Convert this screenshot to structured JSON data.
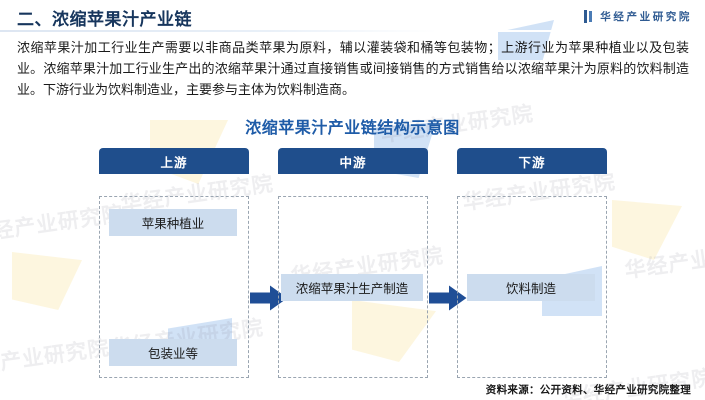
{
  "header": {
    "heading": "二、浓缩苹果汁产业链",
    "brand": "华经产业研究院",
    "logo_icon": "book-mark-icon"
  },
  "intro": {
    "paragraph": "浓缩苹果汁加工行业生产需要以非商品类苹果为原料，辅以灌装袋和桶等包装物；上游行业为苹果种植业以及包装业。浓缩苹果汁加工行业生产出的浓缩苹果汁通过直接销售或间接销售的方式销售给以浓缩苹果汁为原料的饮料制造业。下游行业为饮料制造业，主要参与主体为饮料制造商。"
  },
  "figure": {
    "title": "浓缩苹果汁产业链结构示意图",
    "columns": [
      {
        "header": "上游",
        "nodes": [
          {
            "label": "苹果种植业",
            "position": "top"
          },
          {
            "label": "包装业等",
            "position": "bottom"
          }
        ]
      },
      {
        "header": "中游",
        "nodes": [
          {
            "label": "浓缩苹果汁生产制造",
            "position": "middle"
          }
        ]
      },
      {
        "header": "下游",
        "nodes": [
          {
            "label": "饮料制造",
            "position": "middle"
          }
        ]
      }
    ],
    "arrows": [
      {
        "name": "arrow-upstream-to-midstream",
        "direction": "right"
      },
      {
        "name": "arrow-midstream-to-downstream",
        "direction": "right"
      }
    ],
    "source": "资料来源：公开资料、华经产业研究院整理"
  },
  "watermark": {
    "text": "华经产业研究院"
  },
  "colors": {
    "heading": "#17365D",
    "brand": "#2F5B92",
    "figure_title": "#1F5CA8",
    "column_header_bg": "#1F4E8C",
    "node_bg": "#CCDCEE",
    "arrow": "#1F4E96",
    "dashed_border": "#9AA5B1"
  }
}
